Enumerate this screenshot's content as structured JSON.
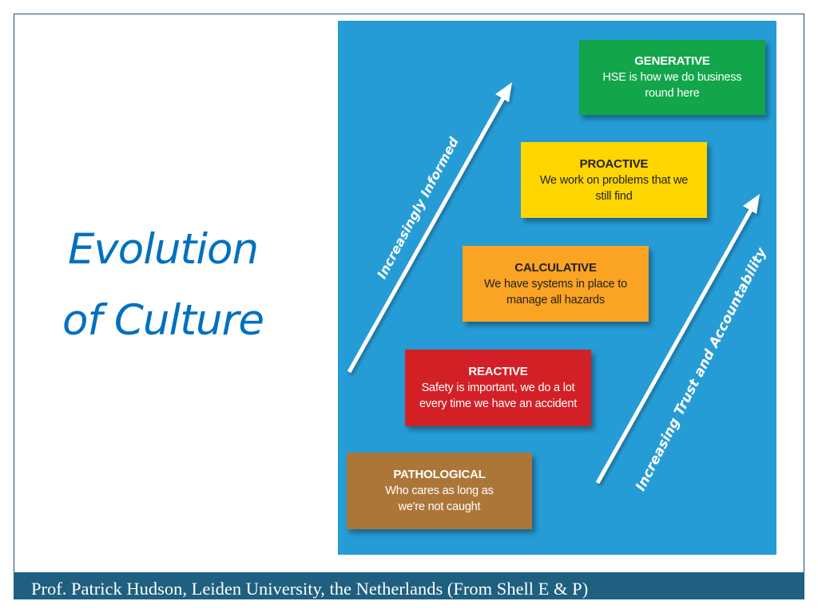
{
  "slide": {
    "title_line1": "Evolution",
    "title_line2": "of Culture",
    "footer": "Prof. Patrick Hudson, Leiden University, the Netherlands (From Shell E & P)"
  },
  "diagram": {
    "colors": {
      "background": "#269cd6",
      "generative": "#12a54a",
      "proactive": "#ffd600",
      "calculative": "#fba322",
      "reactive": "#d32027",
      "pathological": "#ad7639"
    },
    "stages": [
      {
        "title": "GENERATIVE",
        "line1": "HSE is how we do business",
        "line2": "round here"
      },
      {
        "title": "PROACTIVE",
        "line1": "We work on problems that we",
        "line2": "still find"
      },
      {
        "title": "CALCULATIVE",
        "line1": "We have systems in place to",
        "line2": "manage all hazards"
      },
      {
        "title": "REACTIVE",
        "line1": "Safety is important, we do a lot",
        "line2": "every time we have an accident"
      },
      {
        "title": "PATHOLOGICAL",
        "line1": "Who cares as long as",
        "line2": "we're not caught"
      }
    ],
    "arrow_left_label": "Increasingly Informed",
    "arrow_right_label": "Increasing Trust and Accountability"
  }
}
